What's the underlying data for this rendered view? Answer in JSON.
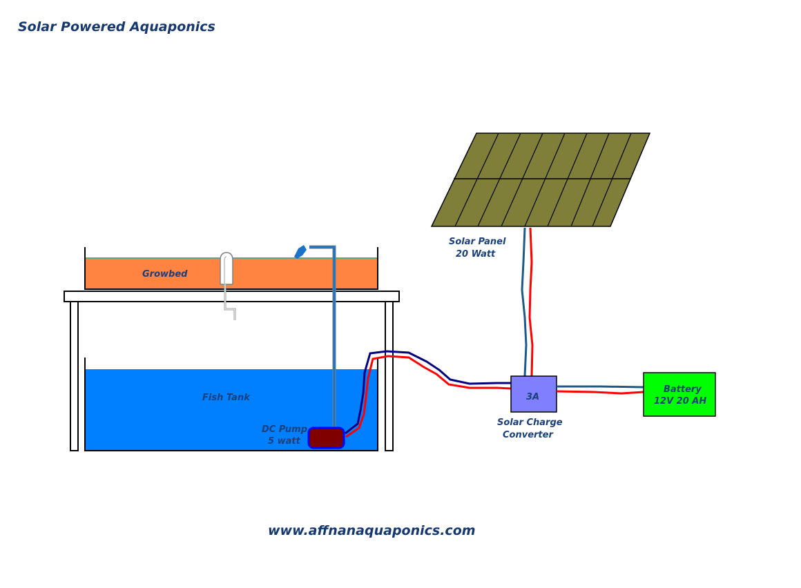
{
  "title": "Solar Powered Aquaponics",
  "labels": {
    "growbed": "Growbed",
    "fish_tank": "Fish Tank",
    "pump_line1": "DC Pump",
    "pump_line2": "5 watt",
    "panel_line1": "Solar Panel",
    "panel_line2": "20 Watt",
    "converter_value": "3A",
    "converter_line1": "Solar Charge",
    "converter_line2": "Converter",
    "battery_line1": "Battery",
    "battery_line2": "12V 20 AH"
  },
  "website": "www.affnanaquaponics.com",
  "colors": {
    "growbed_fill": "#ff8442",
    "growbed_water_line": "#6aa66a",
    "tank_water": "#0080ff",
    "pump_fill": "#800000",
    "pump_border": "#0000ff",
    "panel_fill": "#7f7f3a",
    "converter_fill": "#8080ff",
    "battery_fill": "#00ff00",
    "wire_red": "#ff0000",
    "wire_blue": "#1c5a8c",
    "wire_navy": "#000080",
    "pipe_blue": "#1a75c8"
  }
}
